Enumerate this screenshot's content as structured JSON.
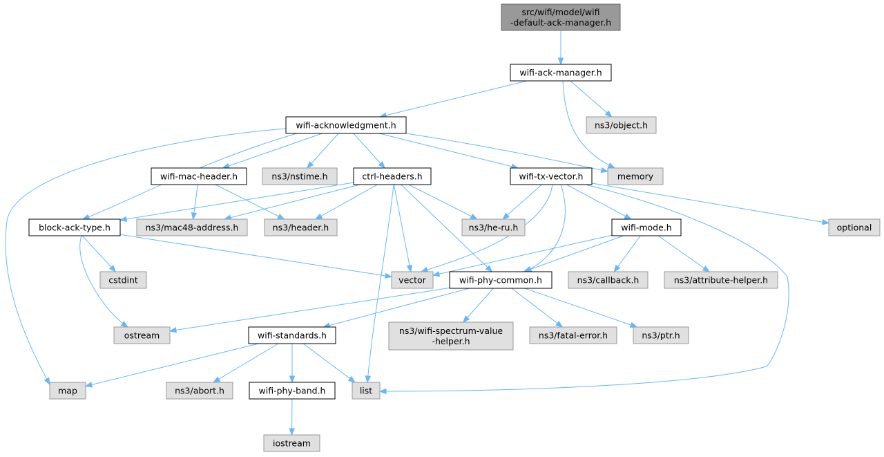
{
  "graph": {
    "title": "",
    "nodes": [
      {
        "id": "root",
        "kind": "root",
        "lines": [
          "src/wifi/model/wifi",
          "-default-ack-manager.h"
        ]
      },
      {
        "id": "ackmgr",
        "kind": "local",
        "lines": [
          "wifi-ack-manager.h"
        ]
      },
      {
        "id": "ack",
        "kind": "local",
        "lines": [
          "wifi-acknowledgment.h"
        ]
      },
      {
        "id": "object",
        "kind": "system",
        "lines": [
          "ns3/object.h"
        ]
      },
      {
        "id": "memory",
        "kind": "system",
        "lines": [
          "memory"
        ]
      },
      {
        "id": "macheader",
        "kind": "local",
        "lines": [
          "wifi-mac-header.h"
        ]
      },
      {
        "id": "nstime",
        "kind": "system",
        "lines": [
          "ns3/nstime.h"
        ]
      },
      {
        "id": "ctrl",
        "kind": "local",
        "lines": [
          "ctrl-headers.h"
        ]
      },
      {
        "id": "txvector",
        "kind": "local",
        "lines": [
          "wifi-tx-vector.h"
        ]
      },
      {
        "id": "blockack",
        "kind": "local",
        "lines": [
          "block-ack-type.h"
        ]
      },
      {
        "id": "mac48",
        "kind": "system",
        "lines": [
          "ns3/mac48-address.h"
        ]
      },
      {
        "id": "header",
        "kind": "system",
        "lines": [
          "ns3/header.h"
        ]
      },
      {
        "id": "heru",
        "kind": "system",
        "lines": [
          "ns3/he-ru.h"
        ]
      },
      {
        "id": "mode",
        "kind": "local",
        "lines": [
          "wifi-mode.h"
        ]
      },
      {
        "id": "optional",
        "kind": "system",
        "lines": [
          "optional"
        ]
      },
      {
        "id": "cstdint",
        "kind": "system",
        "lines": [
          "cstdint"
        ]
      },
      {
        "id": "vector",
        "kind": "system",
        "lines": [
          "vector"
        ]
      },
      {
        "id": "phycommon",
        "kind": "local",
        "lines": [
          "wifi-phy-common.h"
        ]
      },
      {
        "id": "callback",
        "kind": "system",
        "lines": [
          "ns3/callback.h"
        ]
      },
      {
        "id": "attrhelper",
        "kind": "system",
        "lines": [
          "ns3/attribute-helper.h"
        ]
      },
      {
        "id": "ostream",
        "kind": "system",
        "lines": [
          "ostream"
        ]
      },
      {
        "id": "standards",
        "kind": "local",
        "lines": [
          "wifi-standards.h"
        ]
      },
      {
        "id": "spectrum",
        "kind": "system",
        "lines": [
          "ns3/wifi-spectrum-value",
          "-helper.h"
        ]
      },
      {
        "id": "fatal",
        "kind": "system",
        "lines": [
          "ns3/fatal-error.h"
        ]
      },
      {
        "id": "ptr",
        "kind": "system",
        "lines": [
          "ns3/ptr.h"
        ]
      },
      {
        "id": "map",
        "kind": "system",
        "lines": [
          "map"
        ]
      },
      {
        "id": "abort",
        "kind": "system",
        "lines": [
          "ns3/abort.h"
        ]
      },
      {
        "id": "band",
        "kind": "local",
        "lines": [
          "wifi-phy-band.h"
        ]
      },
      {
        "id": "list",
        "kind": "system",
        "lines": [
          "list"
        ]
      },
      {
        "id": "iostream",
        "kind": "system",
        "lines": [
          "iostream"
        ]
      }
    ],
    "edges": [
      [
        "root",
        "ackmgr"
      ],
      [
        "ackmgr",
        "ack"
      ],
      [
        "ackmgr",
        "object"
      ],
      [
        "ackmgr",
        "memory"
      ],
      [
        "ack",
        "macheader"
      ],
      [
        "ack",
        "nstime"
      ],
      [
        "ack",
        "ctrl"
      ],
      [
        "ack",
        "txvector"
      ],
      [
        "ack",
        "memory"
      ],
      [
        "ack",
        "blockack"
      ],
      [
        "ack",
        "map"
      ],
      [
        "macheader",
        "mac48"
      ],
      [
        "macheader",
        "header"
      ],
      [
        "ctrl",
        "blockack"
      ],
      [
        "ctrl",
        "mac48"
      ],
      [
        "ctrl",
        "header"
      ],
      [
        "ctrl",
        "heru"
      ],
      [
        "ctrl",
        "vector"
      ],
      [
        "ctrl",
        "phycommon"
      ],
      [
        "ctrl",
        "list"
      ],
      [
        "txvector",
        "heru"
      ],
      [
        "txvector",
        "mode"
      ],
      [
        "txvector",
        "optional"
      ],
      [
        "txvector",
        "vector"
      ],
      [
        "txvector",
        "phycommon"
      ],
      [
        "txvector",
        "list"
      ],
      [
        "blockack",
        "cstdint"
      ],
      [
        "blockack",
        "vector"
      ],
      [
        "blockack",
        "ostream"
      ],
      [
        "mode",
        "vector"
      ],
      [
        "mode",
        "phycommon"
      ],
      [
        "mode",
        "callback"
      ],
      [
        "mode",
        "attrhelper"
      ],
      [
        "phycommon",
        "ostream"
      ],
      [
        "phycommon",
        "standards"
      ],
      [
        "phycommon",
        "spectrum"
      ],
      [
        "phycommon",
        "fatal"
      ],
      [
        "phycommon",
        "ptr"
      ],
      [
        "standards",
        "map"
      ],
      [
        "standards",
        "abort"
      ],
      [
        "standards",
        "band"
      ],
      [
        "standards",
        "list"
      ],
      [
        "band",
        "iostream"
      ]
    ]
  }
}
